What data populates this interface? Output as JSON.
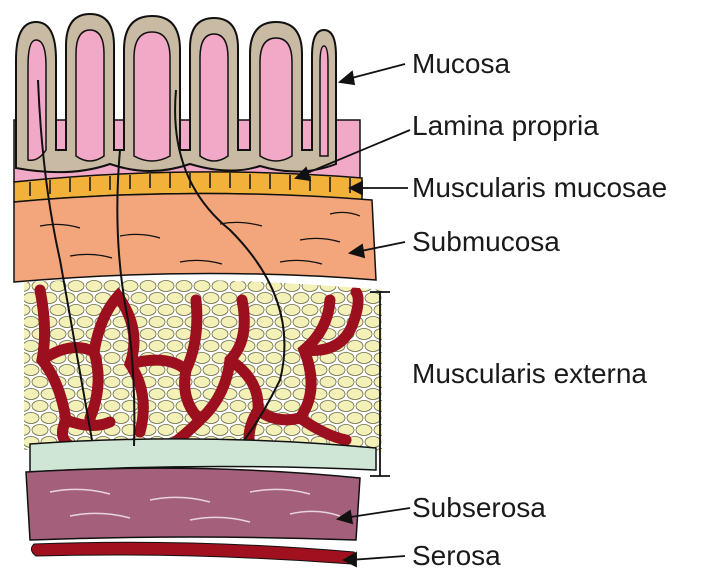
{
  "diagram": {
    "labels": {
      "mucosa": "Mucosa",
      "lamina_propria": "Lamina propria",
      "muscularis_mucosae": "Muscularis mucosae",
      "submucosa": "Submucosa",
      "muscularis_externa": "Muscularis externa",
      "subserosa": "Subserosa",
      "serosa": "Serosa"
    },
    "colors": {
      "mucosa": "#c9bba3",
      "lamina_propria": "#f2a9c8",
      "muscularis_mucosae": "#f2b23a",
      "submucosa": "#f3a57c",
      "muscularis_externa_cells": "#f4f1b8",
      "vessels": "#9b0f1f",
      "green_layer": "#cfe6d6",
      "subserosa": "#a4607a",
      "serosa": "#a0101f",
      "outline": "#111111"
    }
  }
}
